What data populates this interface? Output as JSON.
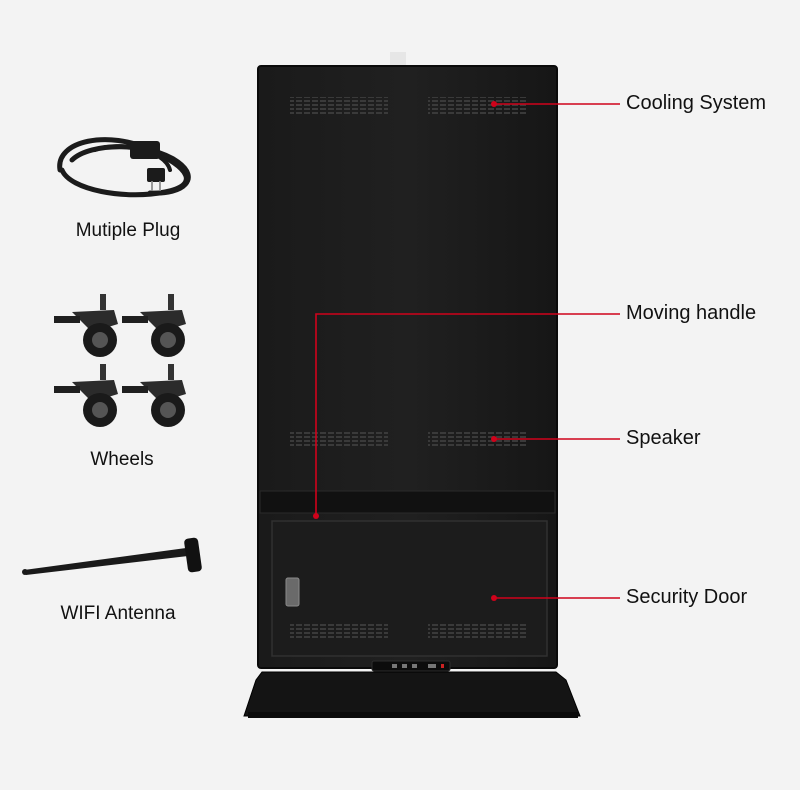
{
  "accessories": {
    "plug": "Mutiple Plug",
    "wheels": "Wheels",
    "antenna": "WIFI Antenna"
  },
  "callouts": {
    "cooling": "Cooling System",
    "handle": "Moving handle",
    "speaker": "Speaker",
    "door": "Security Door"
  },
  "colors": {
    "background": "#f3f3f3",
    "device": "#141414",
    "callout_line": "#d0021b"
  }
}
